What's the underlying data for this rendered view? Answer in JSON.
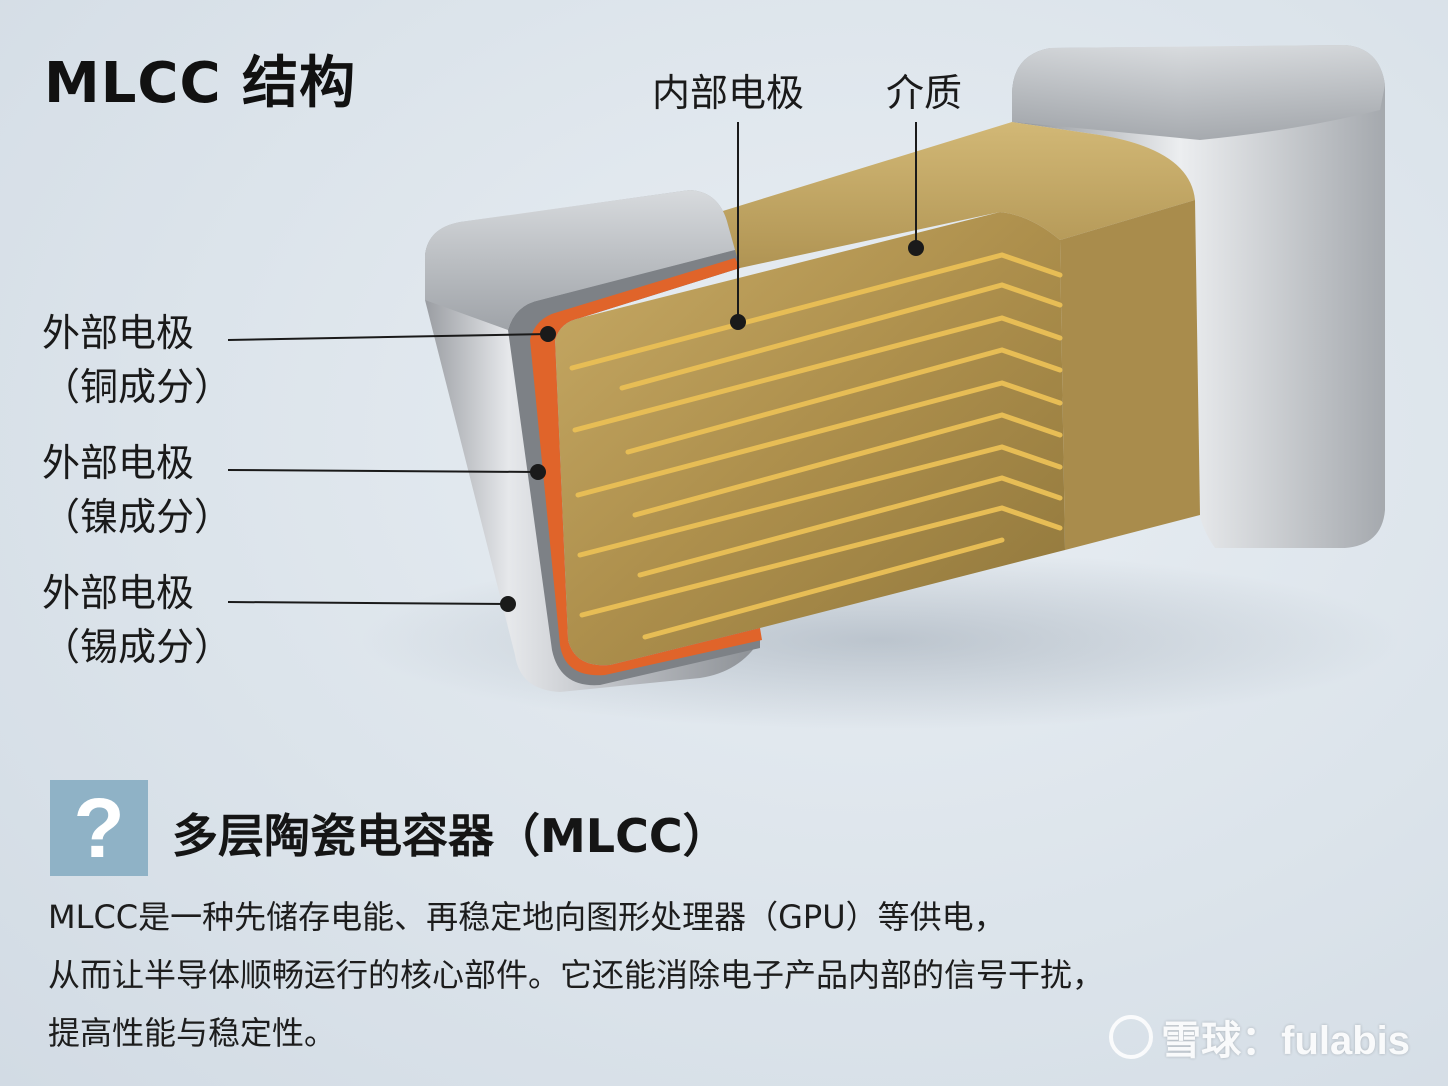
{
  "title": "MLCC 结构",
  "labels": {
    "internal_electrode": "内部电极",
    "dielectric": "介质",
    "ext_copper": {
      "name": "外部电极",
      "detail": "（铜成分）"
    },
    "ext_nickel": {
      "name": "外部电极",
      "detail": "（镍成分）"
    },
    "ext_tin": {
      "name": "外部电极",
      "detail": "（锡成分）"
    }
  },
  "question_mark": "?",
  "heading": "多层陶瓷电容器（MLCC）",
  "body": [
    "MLCC是一种先储存电能、再稳定地向图形处理器（GPU）等供电，",
    "从而让半导体顺畅运行的核心部件。它还能消除电子产品内部的信号干扰，",
    "提高性能与稳定性。"
  ],
  "watermark": "雪球：fulabis",
  "colors": {
    "copper": "#e0642a",
    "ceramic": "#b79a55",
    "electrode": "#e3b54a",
    "metal": "#c9ccd0",
    "accent": "#8fb2c6"
  }
}
